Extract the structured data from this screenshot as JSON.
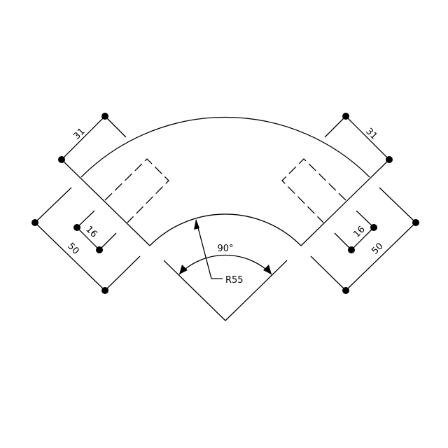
{
  "drawing": {
    "type": "90-degree pipe elbow",
    "dimensions": {
      "left_socket_depth": "31",
      "left_outer_width": "50",
      "left_inner_width": "16",
      "right_socket_depth": "31",
      "right_outer_width": "50",
      "right_inner_width": "16",
      "angle": "90°",
      "radius": "R55"
    },
    "colors": {
      "line": "#000000",
      "background": "#ffffff"
    }
  }
}
